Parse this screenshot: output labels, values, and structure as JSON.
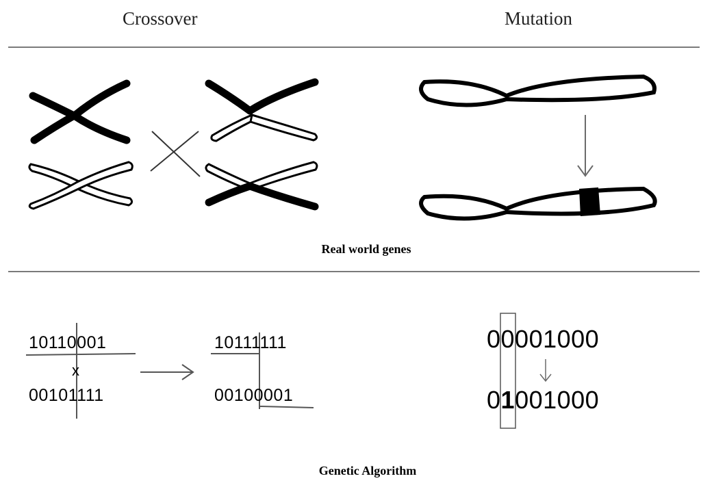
{
  "headings": {
    "crossover": "Crossover",
    "mutation": "Mutation"
  },
  "captions": {
    "real_world": "Real world genes",
    "genetic_algorithm": "Genetic Algorithm"
  },
  "ga_crossover": {
    "parent_top": "10110001",
    "parent_bottom": "00101111",
    "child_top": "10111111",
    "child_bottom": "00100001",
    "cross_mark": "x"
  },
  "ga_mutation": {
    "before_first": "0",
    "before_rest": "0001000",
    "after_first": "0",
    "after_changed": "1",
    "after_rest": "001000"
  },
  "colors": {
    "ink": "#000000",
    "rule": "#7a7a7a",
    "arrow": "#6a6a6a"
  }
}
